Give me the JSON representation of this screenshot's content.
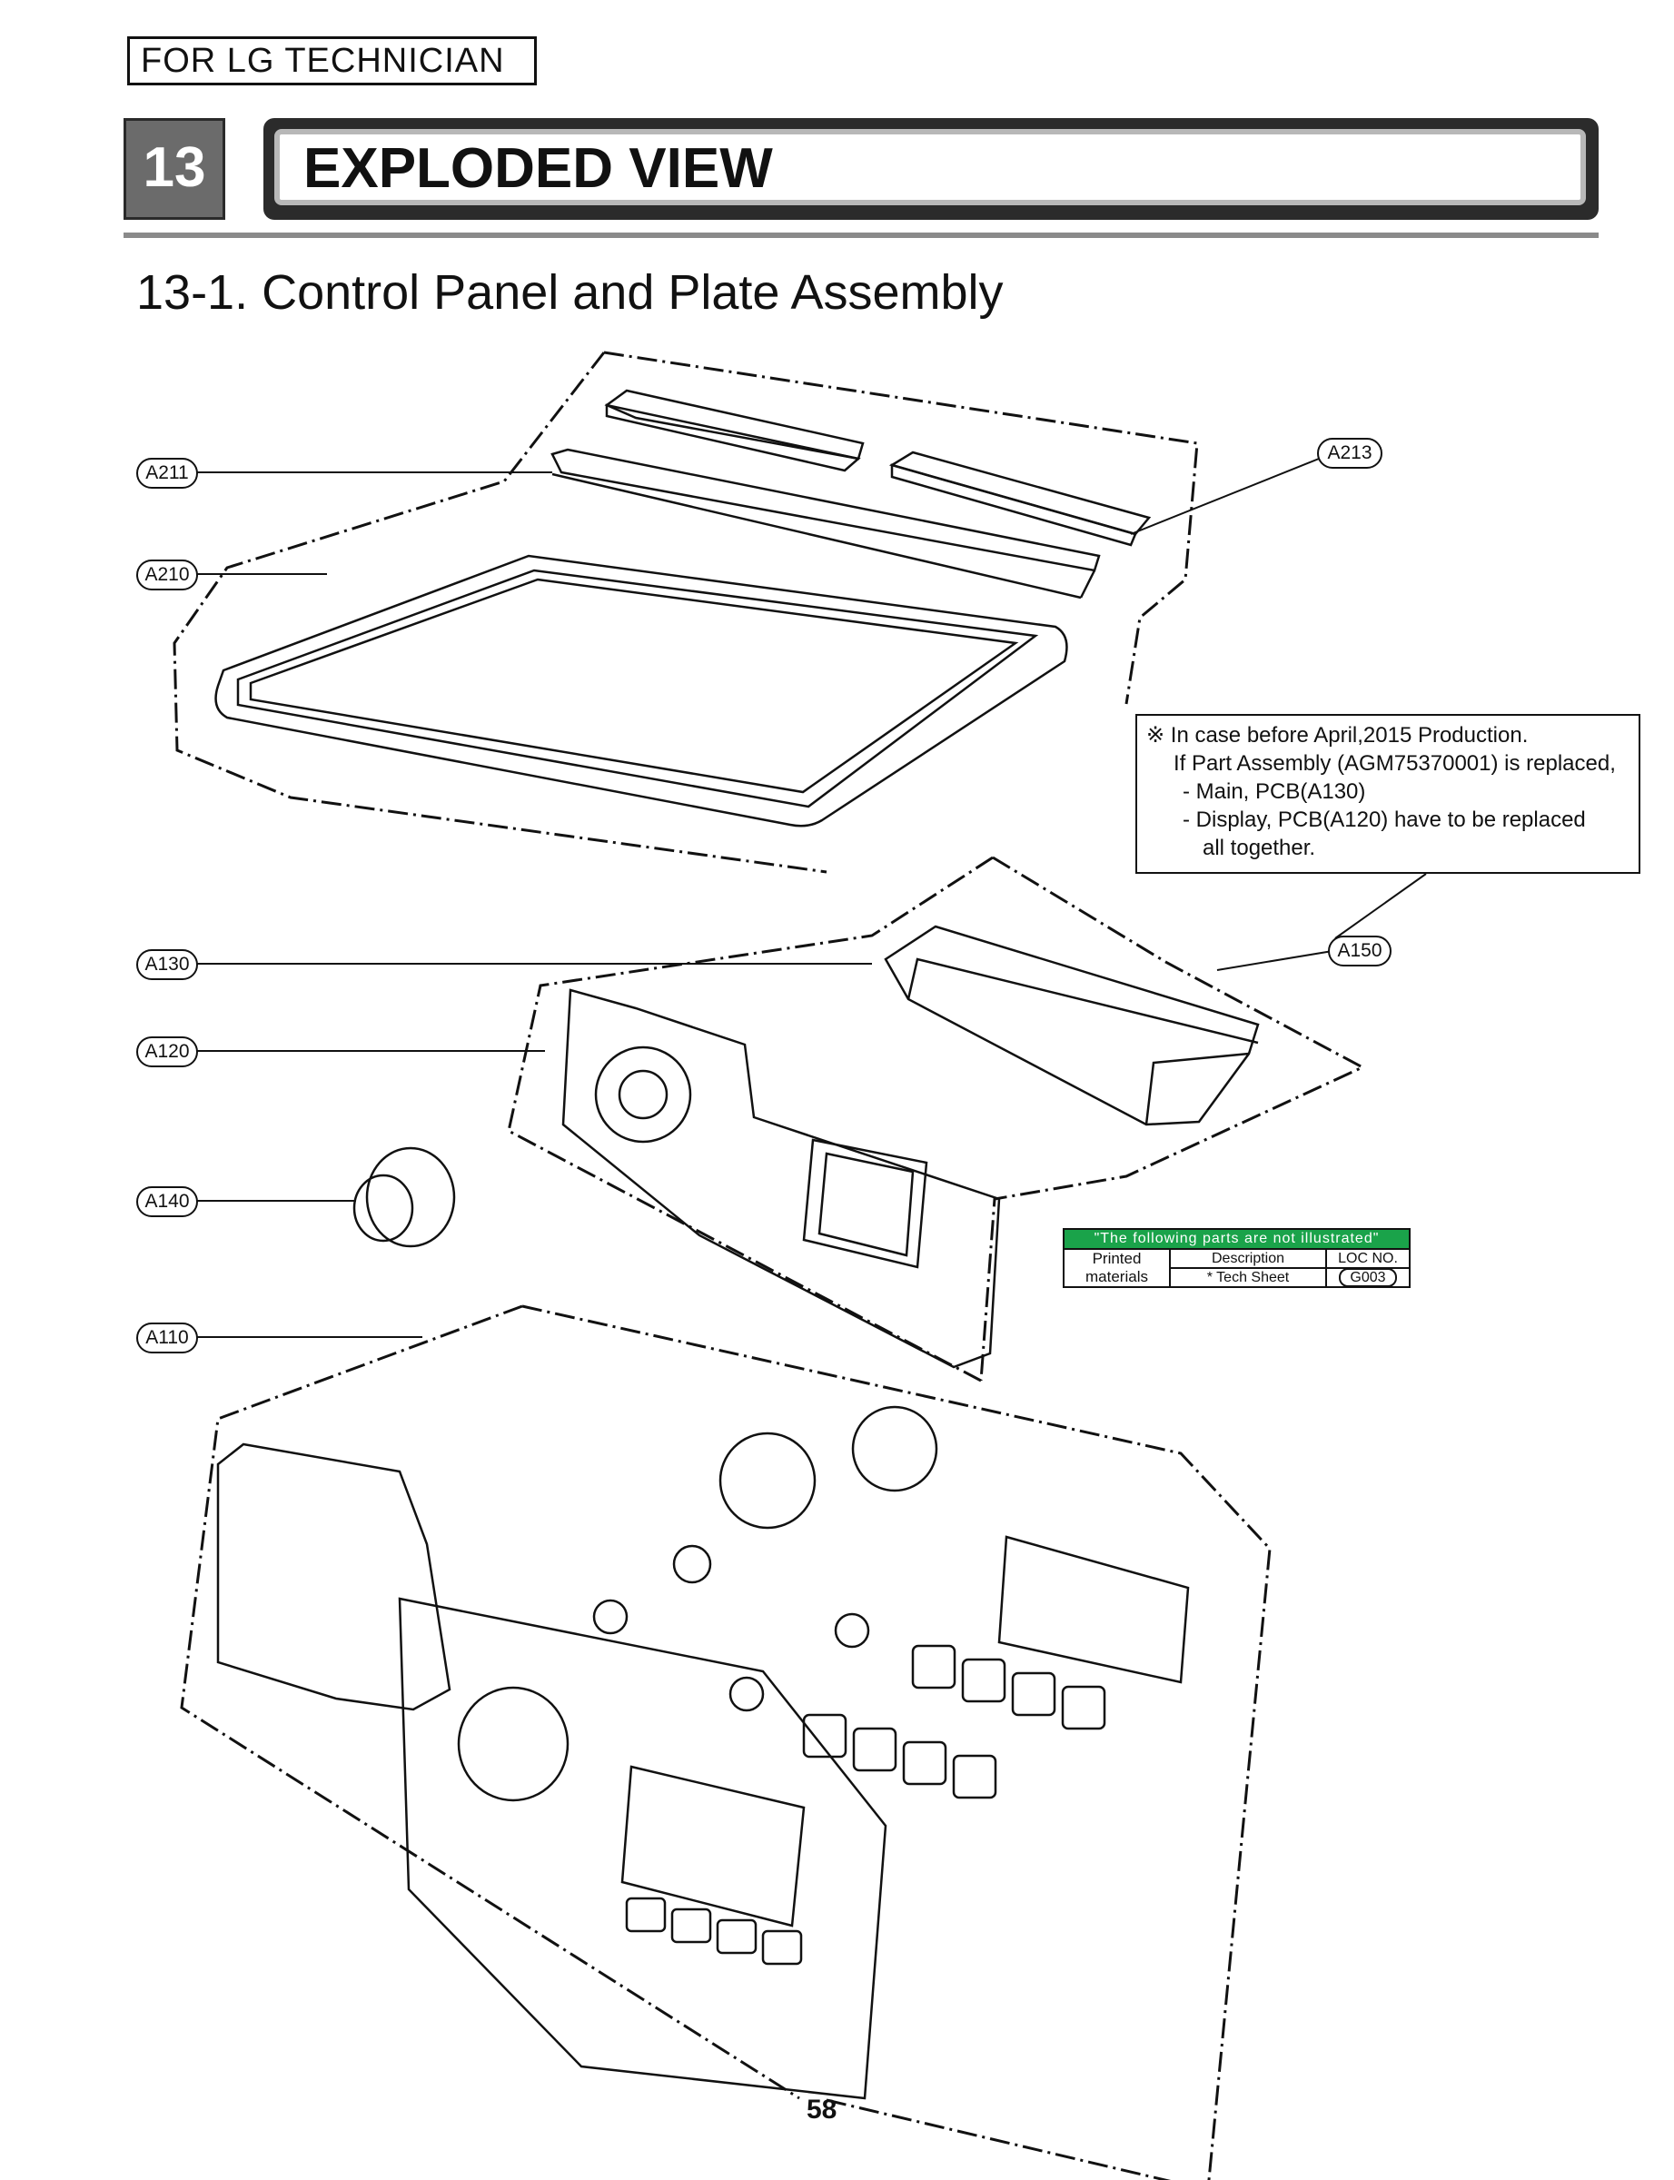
{
  "header": {
    "tag": "FOR LG TECHNICIAN",
    "section_number": "13",
    "section_title": "EXPLODED VIEW",
    "subtitle": "13-1. Control Panel and Plate Assembly"
  },
  "callouts": {
    "a211": "A211",
    "a213": "A213",
    "a210": "A210",
    "a130": "A130",
    "a150": "A150",
    "a120": "A120",
    "a140": "A140",
    "a110": "A110"
  },
  "note": {
    "line1": "※ In case before April,2015 Production.",
    "line2": "If Part Assembly (AGM75370001) is replaced,",
    "line3": "- Main, PCB(A130)",
    "line4": "- Display, PCB(A120) have to be replaced",
    "line5": "all together."
  },
  "not_illustrated": {
    "header": "\"The following parts are not illustrated\"",
    "row_label": "Printed materials",
    "col_description": "Description",
    "col_loc": "LOC NO.",
    "item_description": "* Tech Sheet",
    "item_loc": "G003"
  },
  "footer": {
    "page_number": "58"
  },
  "colors": {
    "section_box": "#6b6b6b",
    "title_bar": "#2b2b2b",
    "not_illustrated_header": "#1aa34a"
  }
}
